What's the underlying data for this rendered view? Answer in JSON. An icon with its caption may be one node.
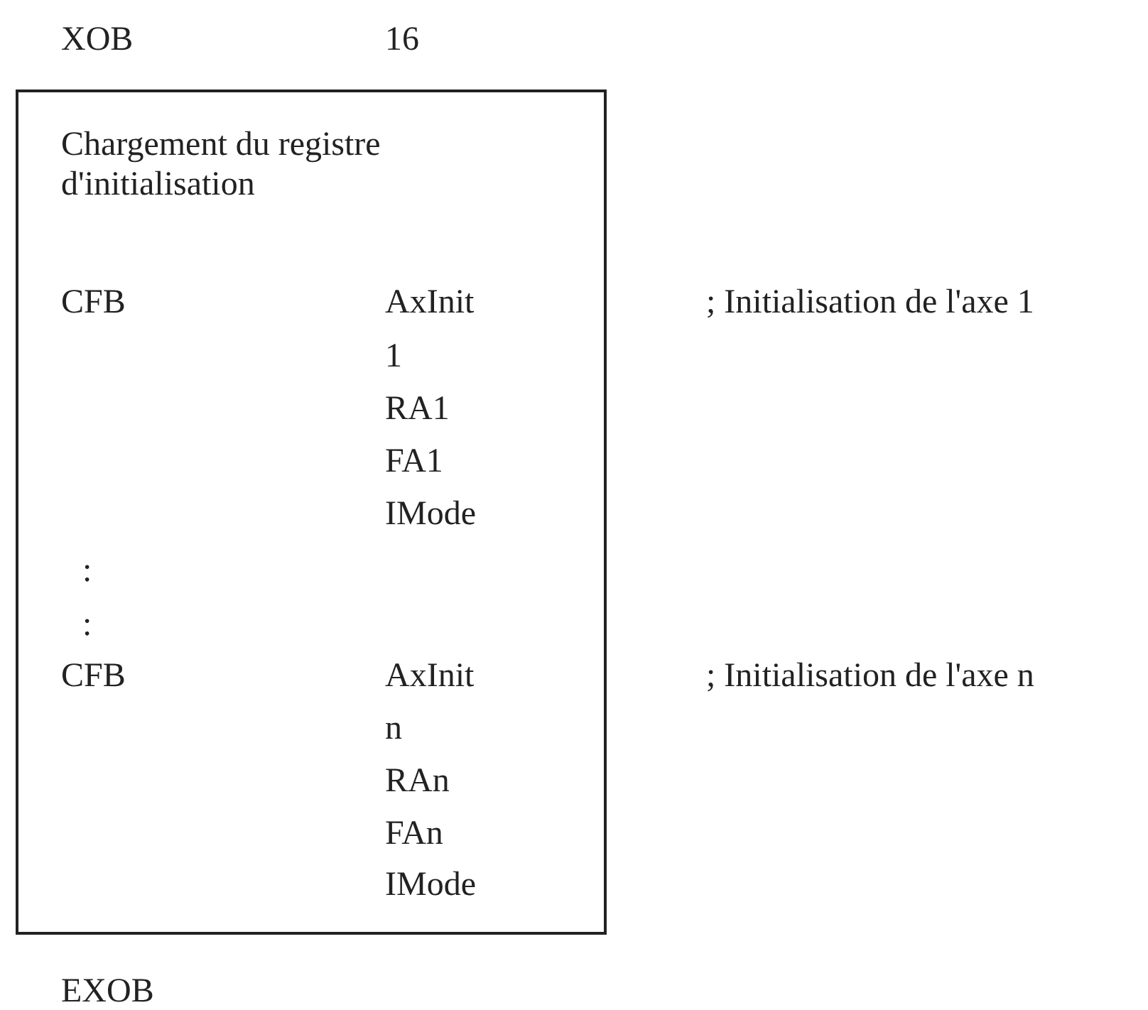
{
  "diagram": {
    "nodes": [
      {
        "text": [
          "Chargement du registre d'initialisation",
          "CFB",
          "AxInit",
          "1",
          "RA1",
          "FA1",
          "IMode",
          ":",
          ":",
          "CFB",
          "AxInit",
          "n",
          "RAn",
          "FAn",
          "IMode"
        ],
        "beside": [
          "; Initialisation de l'axe 1",
          "; Initialisation de l'axe n"
        ]
      }
    ],
    "labels": [
      "XOB",
      "16",
      "EXOB"
    ]
  }
}
